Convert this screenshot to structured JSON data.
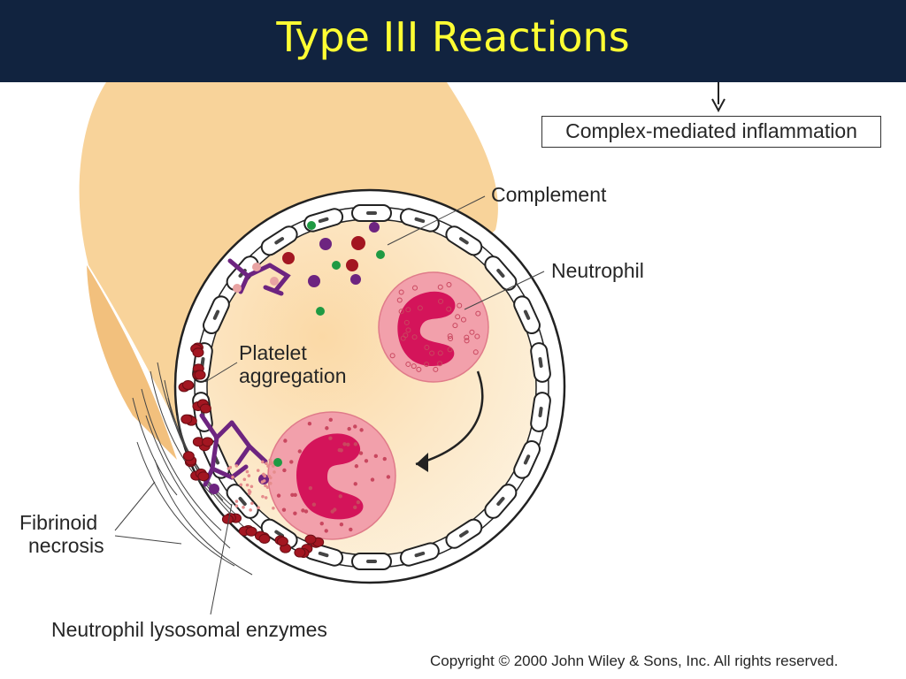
{
  "slide": {
    "title": "Type III Reactions"
  },
  "labels": {
    "complex_mediated": "Complex-mediated inflammation",
    "complement": "Complement",
    "neutrophil": "Neutrophil",
    "platelet_line1": "Platelet",
    "platelet_line2": "aggregation",
    "fibrinoid_line1": "Fibrinoid",
    "fibrinoid_line2": "necrosis",
    "lysosomal": "Neutrophil lysosomal enzymes",
    "copyright": "Copyright © 2000 John Wiley & Sons, Inc.  All rights reserved."
  },
  "colors": {
    "header_bg": "#11233f",
    "title_text": "#ffff33",
    "vessel_wall": "#f8d39a",
    "lumen": "#fce6c4",
    "neutrophil_cytoplasm": "#f2a0ab",
    "neutrophil_nucleus": "#d4145a",
    "platelet": "#a31621",
    "antibody": "#6d2480",
    "complement_green": "#1f9a43"
  }
}
